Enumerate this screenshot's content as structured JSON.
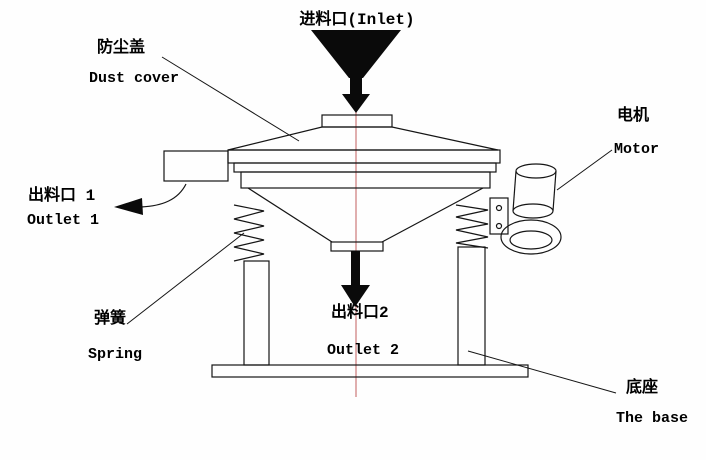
{
  "diagram": {
    "type": "technical-schematic",
    "subject": "rotary vibrating sieve machine",
    "labels": {
      "inlet": "进料口(Inlet)",
      "dust_cover_cn": "防尘盖",
      "dust_cover_en": "Dust cover",
      "outlet1_cn": "出料口 1",
      "outlet1_en": "Outlet 1",
      "motor_cn": "电机",
      "motor_en": "Motor",
      "spring_cn": "弹簧",
      "spring_en": "Spring",
      "outlet2_cn": "出料口2",
      "outlet2_en": "Outlet 2",
      "base_cn": "底座",
      "base_en": "The base"
    },
    "colors": {
      "line": "#151515",
      "axis": "#cc7a7a",
      "background": "#fefefe"
    }
  }
}
